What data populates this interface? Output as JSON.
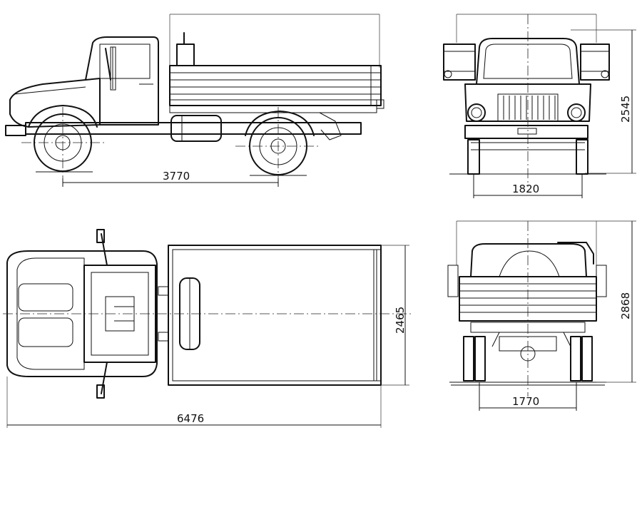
{
  "dimensions": {
    "wheelbase": "3770",
    "front_track": "1820",
    "overall_length": "6476",
    "body_width": "2465",
    "cab_height": "2545",
    "overall_height": "2868",
    "rear_track": "1770"
  }
}
